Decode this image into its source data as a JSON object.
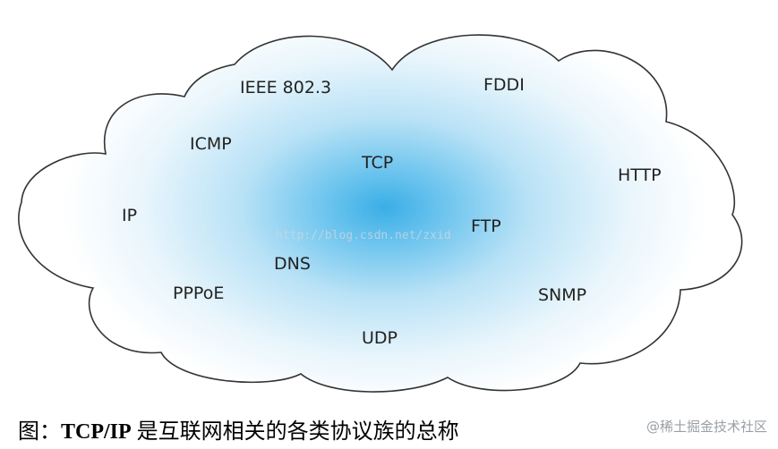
{
  "diagram": {
    "protocols": [
      {
        "id": "ieee",
        "label": "IEEE 802.3"
      },
      {
        "id": "fddi",
        "label": "FDDI"
      },
      {
        "id": "icmp",
        "label": "ICMP"
      },
      {
        "id": "tcp",
        "label": "TCP"
      },
      {
        "id": "http",
        "label": "HTTP"
      },
      {
        "id": "ip",
        "label": "IP"
      },
      {
        "id": "ftp",
        "label": "FTP"
      },
      {
        "id": "dns",
        "label": "DNS"
      },
      {
        "id": "pppoe",
        "label": "PPPoE"
      },
      {
        "id": "snmp",
        "label": "SNMP"
      },
      {
        "id": "udp",
        "label": "UDP"
      }
    ],
    "watermark": "http://blog.csdn.net/zxid"
  },
  "caption": {
    "prefix": "图：",
    "bold": "TCP/IP",
    "rest": " 是互联网相关的各类协议族的总称"
  },
  "site_mark": "@稀土掘金技术社区",
  "colors": {
    "cloud_center": "#3aaee6",
    "cloud_edge": "#ffffff",
    "cloud_outline": "#333333"
  }
}
